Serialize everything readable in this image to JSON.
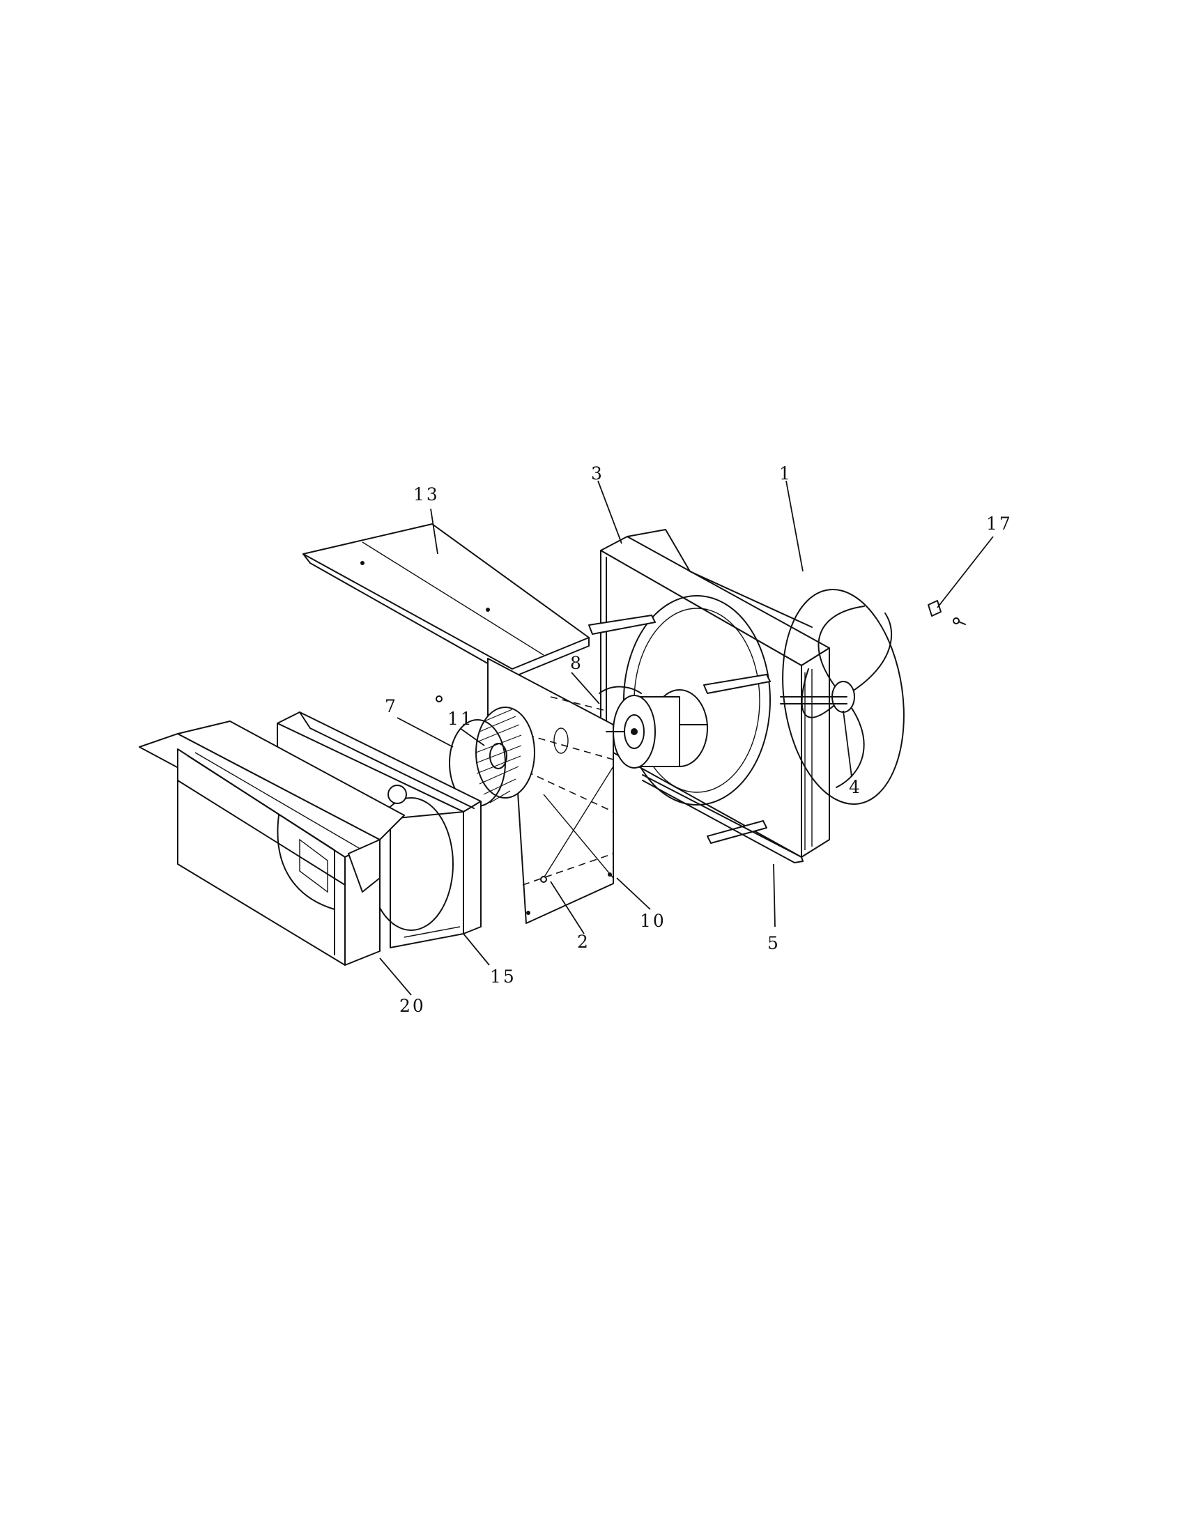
{
  "callouts": {
    "c1": "1",
    "c2": "2",
    "c3": "3",
    "c4": "4",
    "c5": "5",
    "c7": "7",
    "c8": "8",
    "c10": "10",
    "c11": "11",
    "c13": "13",
    "c15": "15",
    "c17": "17",
    "c20": "20"
  },
  "colors": {
    "ink": "#111111",
    "paper": "#ffffff"
  }
}
